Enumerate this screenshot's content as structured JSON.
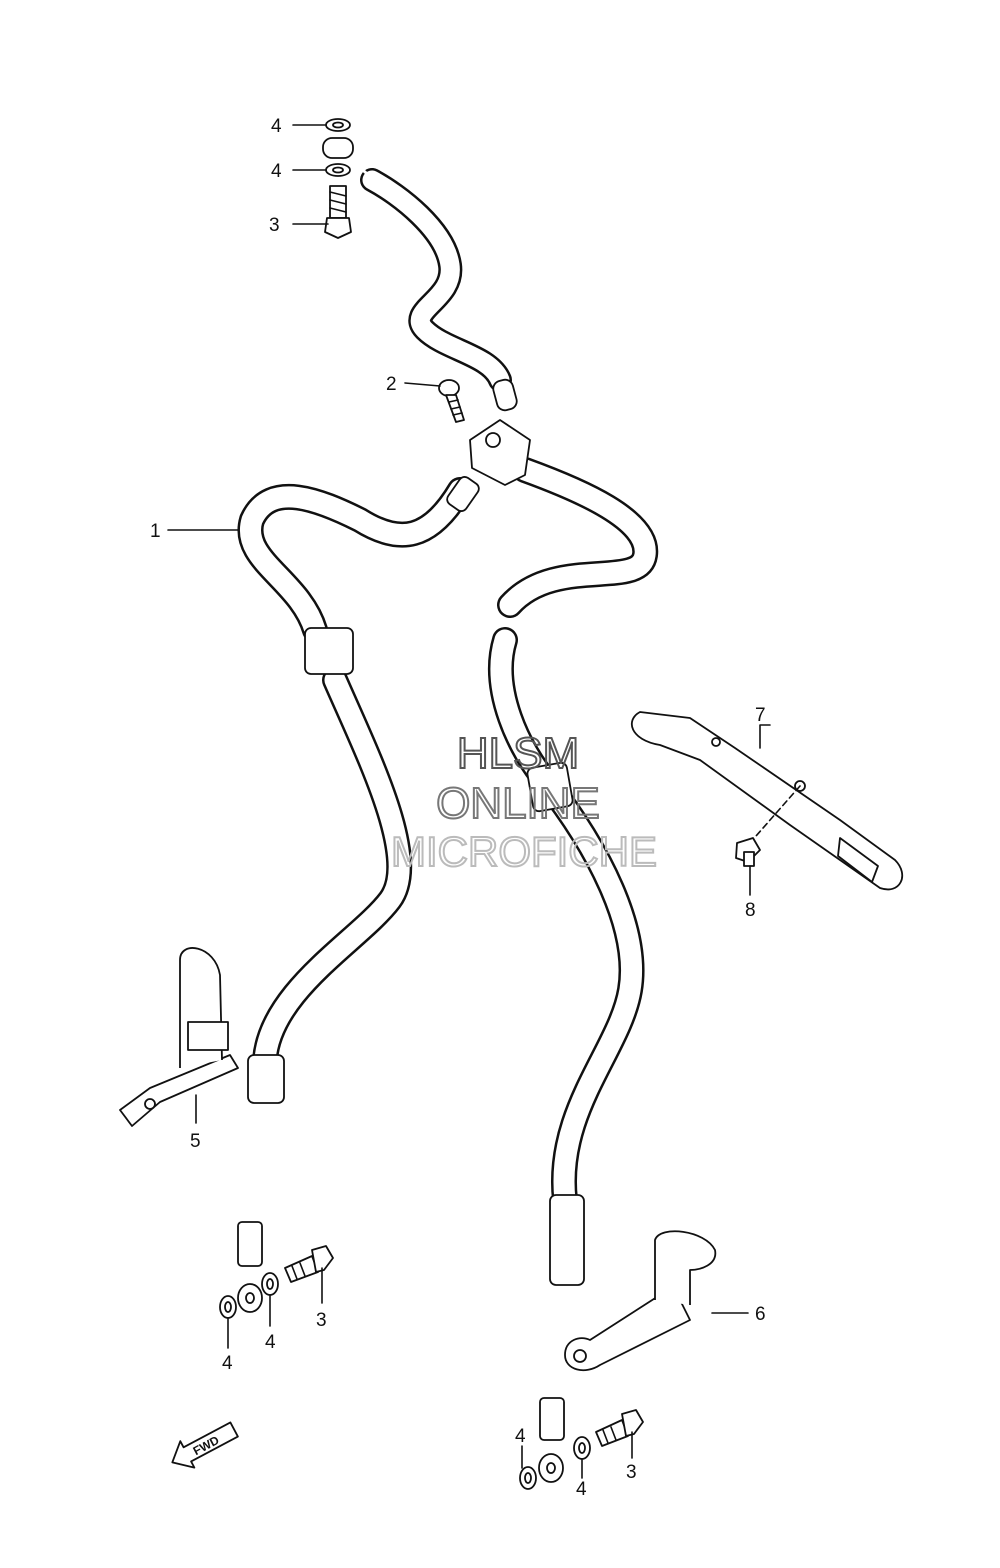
{
  "watermark": {
    "line1": "HLSM",
    "line2": "ONLINE",
    "line3": "MICROFICHE",
    "colors": {
      "line1": "#555555",
      "line2": "#777777",
      "line3": "#bbbbbb"
    }
  },
  "fwd_label": "FWD",
  "callouts": [
    {
      "id": "c-4a",
      "text": "4"
    },
    {
      "id": "c-4b",
      "text": "4"
    },
    {
      "id": "c-3a",
      "text": "3"
    },
    {
      "id": "c-2",
      "text": "2"
    },
    {
      "id": "c-1",
      "text": "1"
    },
    {
      "id": "c-7",
      "text": "7"
    },
    {
      "id": "c-8",
      "text": "8"
    },
    {
      "id": "c-5",
      "text": "5"
    },
    {
      "id": "c-3b",
      "text": "3"
    },
    {
      "id": "c-4c",
      "text": "4"
    },
    {
      "id": "c-4d",
      "text": "4"
    },
    {
      "id": "c-6",
      "text": "6"
    },
    {
      "id": "c-4e",
      "text": "4"
    },
    {
      "id": "c-4f",
      "text": "4"
    },
    {
      "id": "c-3c",
      "text": "3"
    }
  ]
}
